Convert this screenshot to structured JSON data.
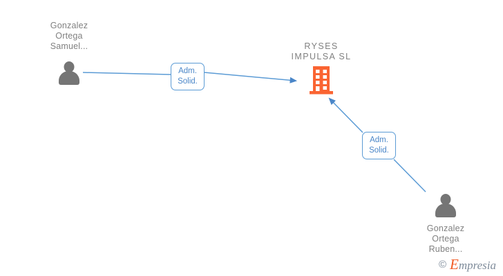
{
  "graph": {
    "background_color": "#ffffff",
    "edge_color": "#5b9bd5",
    "person_color": "#757575",
    "company_color": "#fa6432",
    "label_text_color": "#808080"
  },
  "company": {
    "name": "RYSES\nIMPULSA SL",
    "icon": "building-icon",
    "color": "#fa6432"
  },
  "people": [
    {
      "id": "person-top-left",
      "name": "Gonzalez\nOrtega\nSamuel...",
      "icon": "person-icon",
      "relation": "Adm.\nSolid."
    },
    {
      "id": "person-bottom-right",
      "name": "Gonzalez\nOrtega\nRuben...",
      "icon": "person-icon",
      "relation": "Adm.\nSolid."
    }
  ],
  "relations": [
    {
      "id": "relation-top",
      "label": "Adm.\nSolid."
    },
    {
      "id": "relation-bottom",
      "label": "Adm.\nSolid."
    }
  ],
  "watermark": {
    "copyright": "©",
    "brand_initial": "E",
    "brand_rest": "mpresia"
  }
}
